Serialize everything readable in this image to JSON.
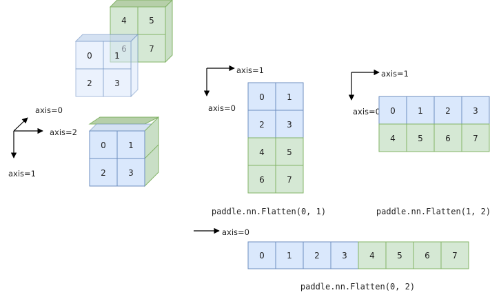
{
  "cube_top": {
    "back": [
      "4",
      "5",
      "6",
      "7"
    ],
    "front": [
      "0",
      "1",
      "2",
      "3"
    ]
  },
  "cube_bottom": {
    "front": [
      "0",
      "1",
      "2",
      "3"
    ]
  },
  "axes3d": {
    "axis0": "axis=0",
    "axis1": "axis=1",
    "axis2": "axis=2"
  },
  "flatten01": {
    "axis_h": "axis=1",
    "axis_v": "axis=0",
    "cells": [
      [
        "0",
        "1"
      ],
      [
        "2",
        "3"
      ],
      [
        "4",
        "5"
      ],
      [
        "6",
        "7"
      ]
    ],
    "caption": "paddle.nn.Flatten(0, 1)"
  },
  "flatten12": {
    "axis_h": "axis=1",
    "axis_v": "axis=0",
    "cells": [
      [
        "0",
        "1",
        "2",
        "3"
      ],
      [
        "4",
        "5",
        "6",
        "7"
      ]
    ],
    "caption": "paddle.nn.Flatten(1, 2)"
  },
  "flatten02": {
    "axis_h": "axis=0",
    "cells": [
      "0",
      "1",
      "2",
      "3",
      "4",
      "5",
      "6",
      "7"
    ],
    "caption": "paddle.nn.Flatten(0, 2)"
  },
  "colors": {
    "blue_fill": "#dae8fc",
    "blue_stroke": "#6c8ebf",
    "green_fill": "#d5e8d4",
    "green_stroke": "#82b366"
  }
}
